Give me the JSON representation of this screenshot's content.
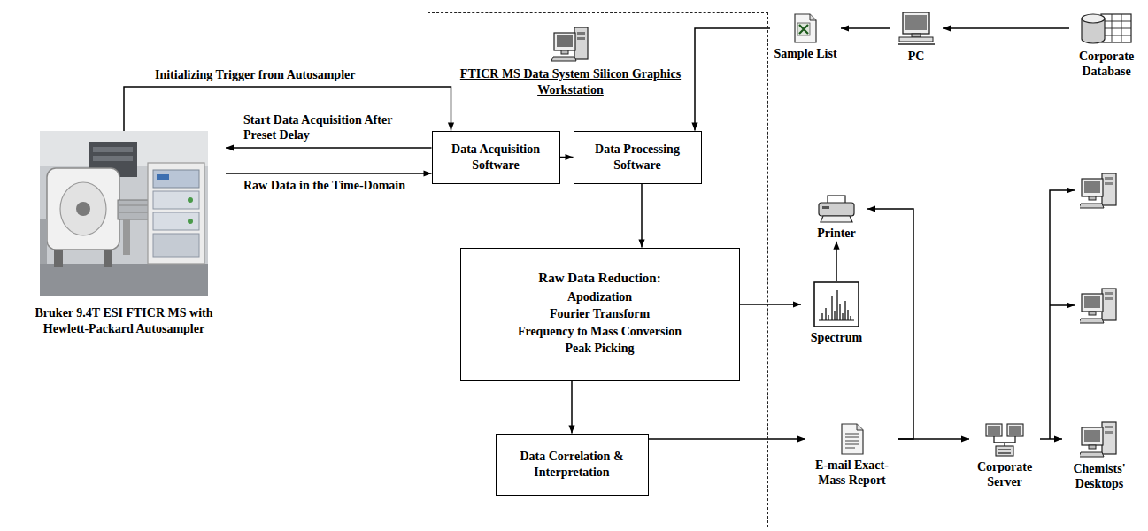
{
  "diagram": {
    "nodes": [
      {
        "text": [
          "Bruker 9.4T ESI FTICR MS with Hewlett-Packard Autosampler"
        ]
      },
      {
        "text": [
          "FTICR MS Data System Silicon Graphics Workstation"
        ]
      },
      {
        "text": [
          "Data Acquisition Software"
        ],
        "in": 1
      },
      {
        "text": [
          "Data Processing Software"
        ],
        "in": 1
      },
      {
        "text": [
          "Raw Data Reduction:",
          "Apodization",
          "Fourier Transform",
          "Frequency to Mass Conversion",
          "Peak Picking"
        ],
        "in": 1
      },
      {
        "text": [
          "Data Correlation & Interpretation"
        ],
        "in": 1
      },
      {
        "text": [
          "Sample List"
        ]
      },
      {
        "text": [
          "PC"
        ]
      },
      {
        "text": [
          "Corporate Database"
        ]
      },
      {
        "text": [
          "Printer"
        ]
      },
      {
        "text": [
          "Spectrum"
        ]
      },
      {
        "text": [
          "E-mail Exact-Mass Report"
        ]
      },
      {
        "text": [
          "Corporate Server"
        ]
      },
      {
        "text": [
          "Chemists' Desktops"
        ]
      }
    ],
    "edges": [
      {
        "from": 0,
        "to": 2,
        "label": "Initializing Trigger from Autosampler",
        "arrow": "to"
      },
      {
        "from": 2,
        "to": 0,
        "label": "Start Data Acquisition After Preset Delay",
        "arrow": "to"
      },
      {
        "from": 0,
        "to": 2,
        "label": "Raw Data in the Time-Domain",
        "arrow": "to"
      },
      {
        "from": 2,
        "to": 3,
        "arrow": "to"
      },
      {
        "from": 8,
        "to": 7,
        "arrow": "to"
      },
      {
        "from": 7,
        "to": 6,
        "arrow": "to"
      },
      {
        "from": 6,
        "to": 3,
        "arrow": "to"
      },
      {
        "from": 3,
        "to": 4,
        "arrow": "to"
      },
      {
        "from": 4,
        "to": 10,
        "arrow": "to"
      },
      {
        "from": 10,
        "to": 9,
        "arrow": "to"
      },
      {
        "from": 4,
        "to": 5,
        "arrow": "to"
      },
      {
        "from": 5,
        "to": 11,
        "arrow": "to"
      },
      {
        "from": 11,
        "to": 9,
        "arrow": "to"
      },
      {
        "from": 11,
        "to": 12,
        "arrow": "to"
      },
      {
        "from": 12,
        "to": 13,
        "arrow": "to"
      }
    ]
  }
}
